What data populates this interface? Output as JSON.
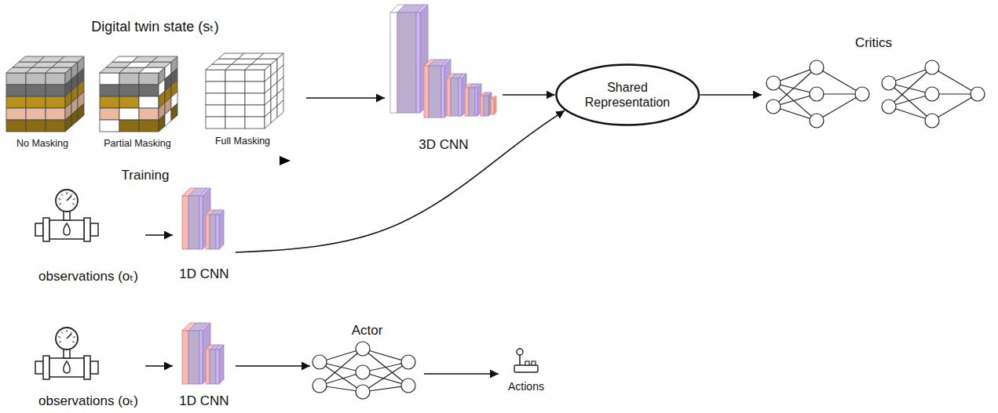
{
  "diagram": {
    "nodes": [
      {
        "text": [
          "Digital twin state (sₜ)"
        ]
      },
      {
        "text": [
          "3D CNN"
        ]
      },
      {
        "text": [
          "Shared Representation"
        ]
      },
      {
        "text": [
          "Critics"
        ]
      },
      {
        "text": [
          "observations (oₜ)"
        ]
      },
      {
        "text": [
          "1D CNN"
        ]
      },
      {
        "text": [
          "observations (oₜ)"
        ]
      },
      {
        "text": [
          "1D CNN"
        ]
      },
      {
        "text": [
          "Actor"
        ]
      },
      {
        "text": [
          "Actions"
        ]
      }
    ],
    "edges": [
      {
        "from": 0,
        "to": 1,
        "arrow": "to"
      },
      {
        "from": 1,
        "to": 2,
        "arrow": "to"
      },
      {
        "from": 5,
        "to": 2,
        "arrow": "to"
      },
      {
        "from": 2,
        "to": 3,
        "arrow": "to"
      },
      {
        "from": 4,
        "to": 5,
        "arrow": "to"
      },
      {
        "from": 6,
        "to": 7,
        "arrow": "to"
      },
      {
        "from": 7,
        "to": 8,
        "arrow": "to"
      },
      {
        "from": 8,
        "to": 9,
        "arrow": "to"
      }
    ],
    "labels": [
      "No Masking",
      "Partial Masking",
      "Full Masking",
      "Training"
    ]
  }
}
